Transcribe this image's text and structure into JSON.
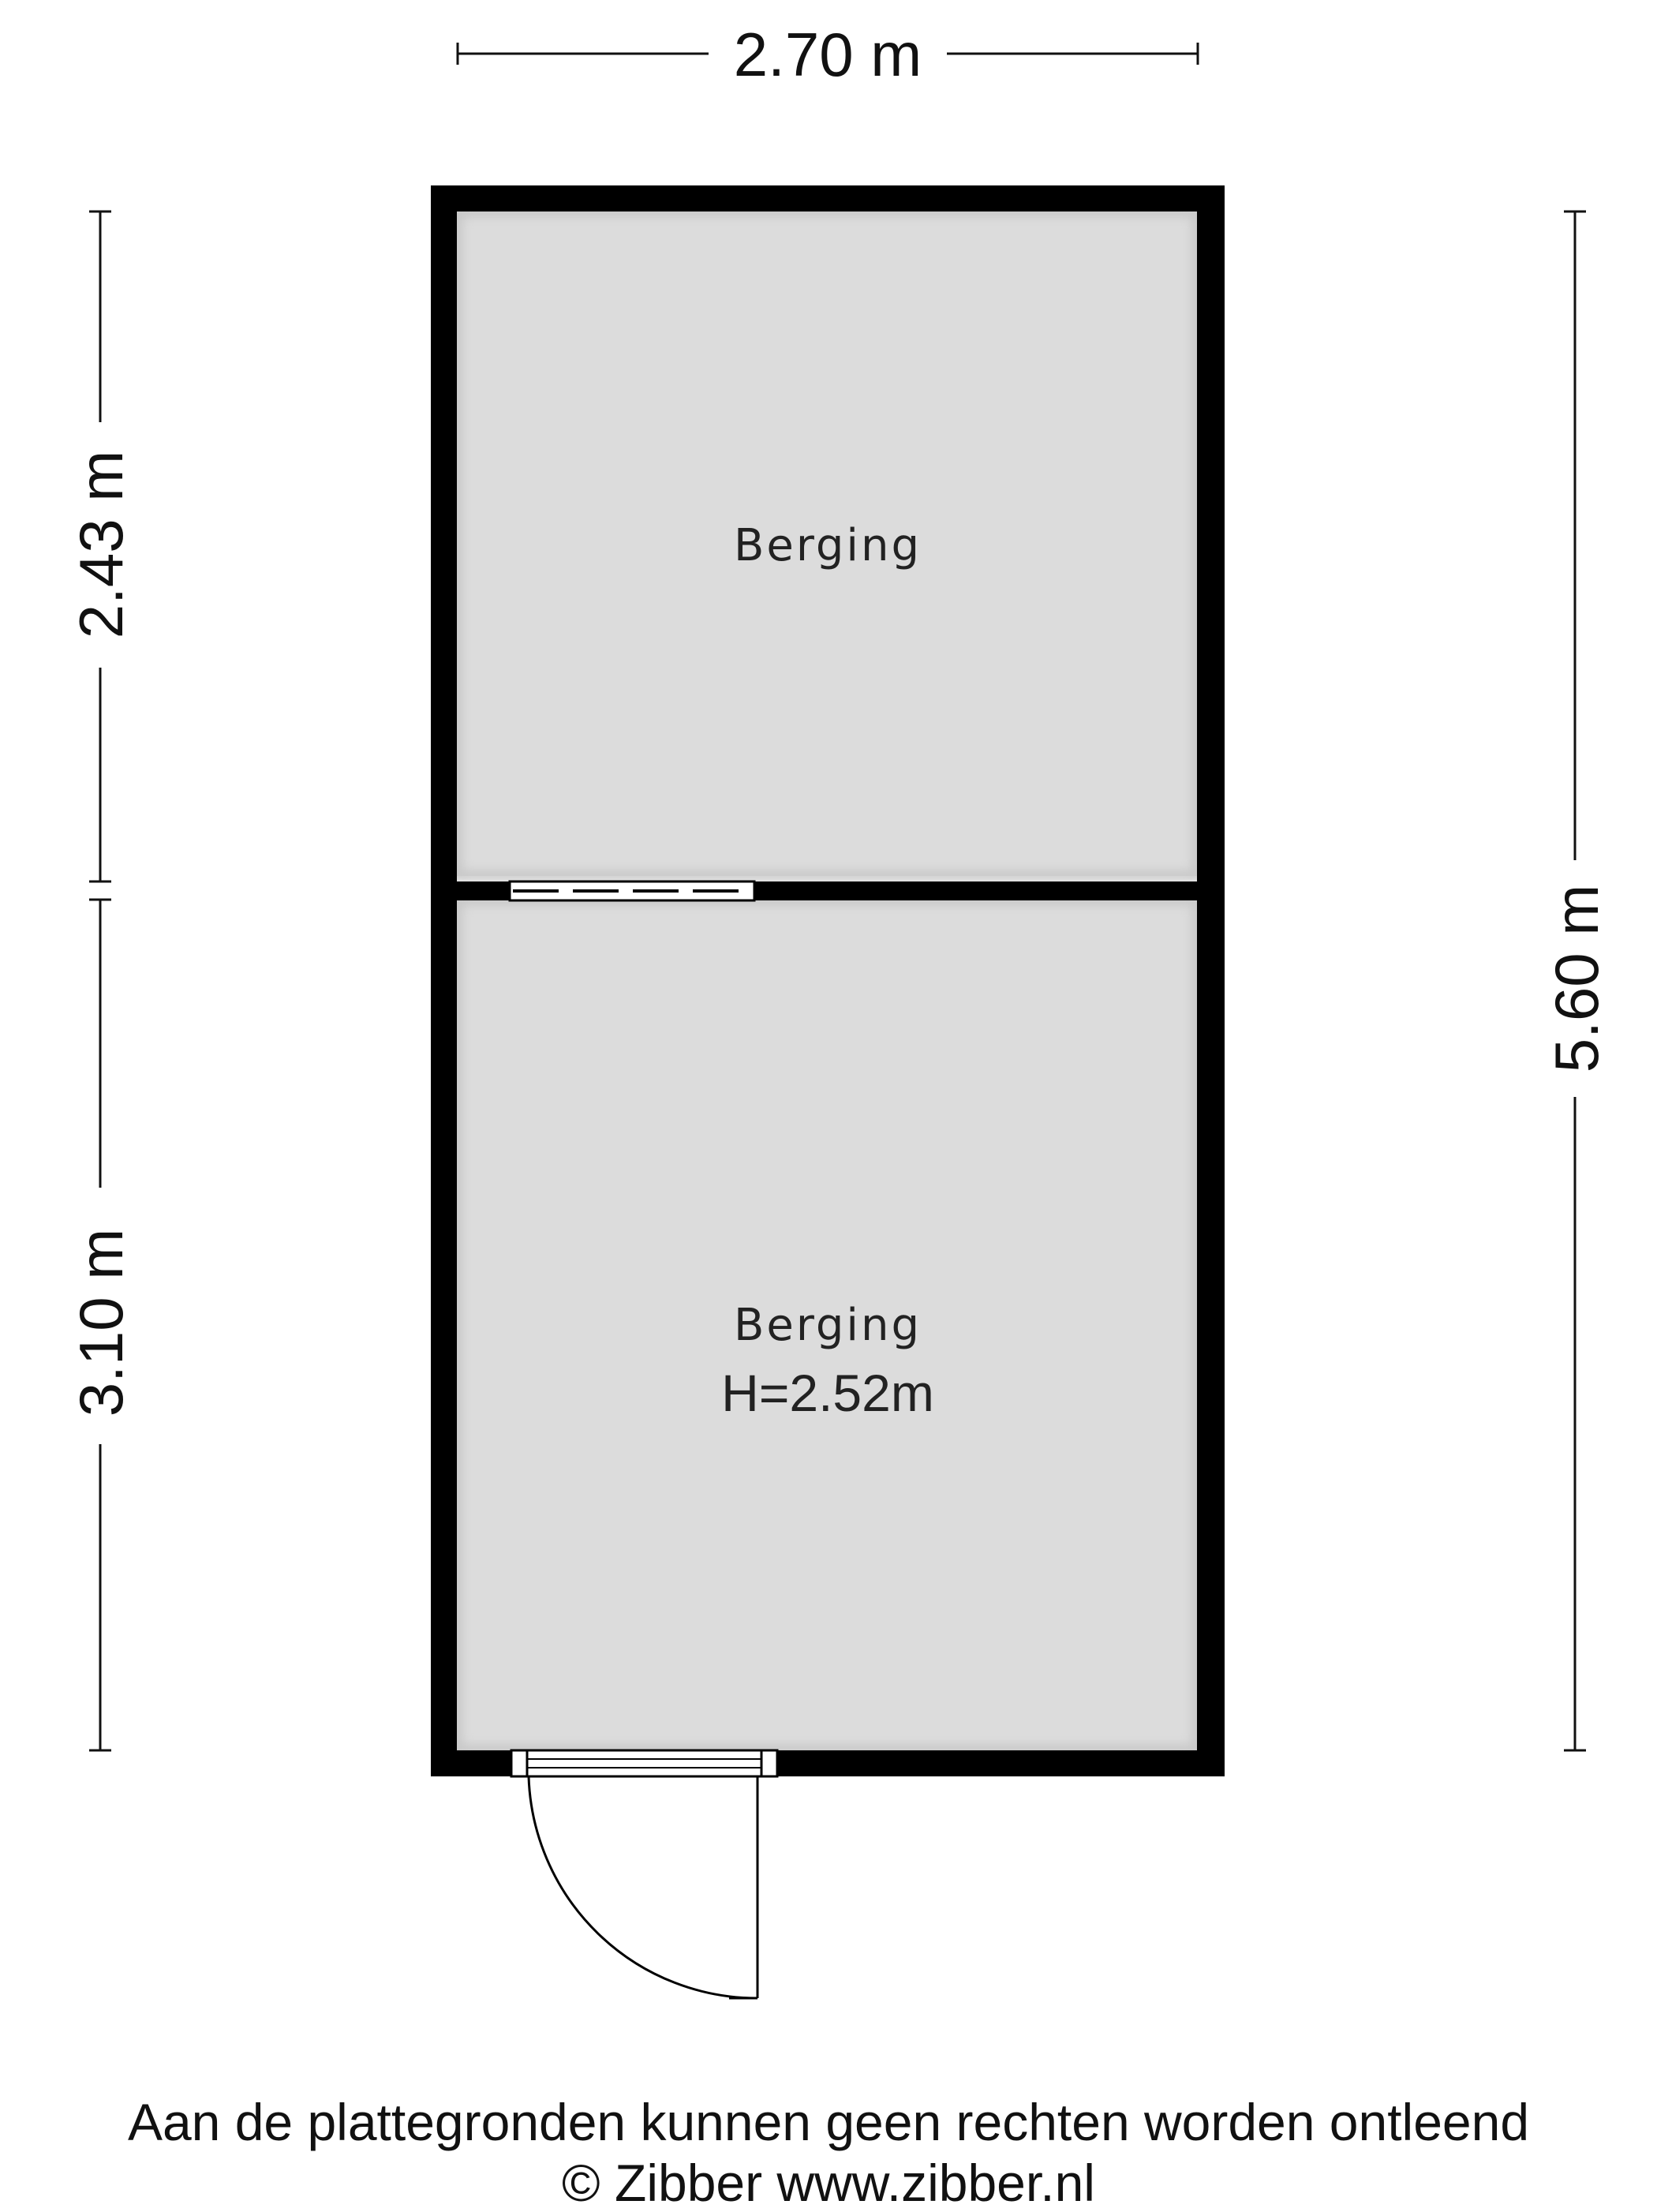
{
  "dimensions": {
    "total_width": "2.70 m",
    "total_length": "5.60 m",
    "upper_room_length": "2.43 m",
    "lower_room_length": "3.10 m"
  },
  "rooms": {
    "upper": {
      "name": "Berging"
    },
    "lower": {
      "name": "Berging",
      "height": "H=2.52m"
    }
  },
  "footer": {
    "disclaimer": "Aan de plattegronden kunnen geen rechten worden ontleend",
    "copyright": "© Zibber www.zibber.nl"
  },
  "colors": {
    "wall": "#000000",
    "floor": "#dcdcdc",
    "dimension_line": "#111111",
    "background": "#ffffff"
  }
}
